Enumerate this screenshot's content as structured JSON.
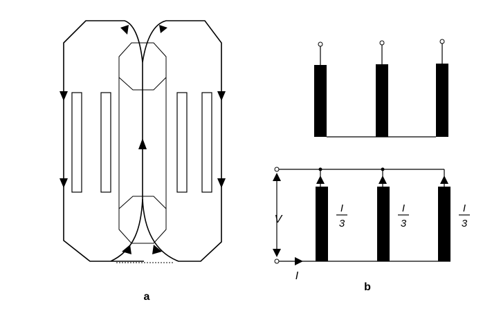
{
  "figure": {
    "panel_a_label": "a",
    "panel_b_label": "b",
    "voltage_label": "V",
    "current_label": "I",
    "branch_fraction": {
      "numerator": "I",
      "denominator": "3"
    }
  },
  "colors": {
    "ink": "#000000",
    "paper": "#ffffff"
  }
}
